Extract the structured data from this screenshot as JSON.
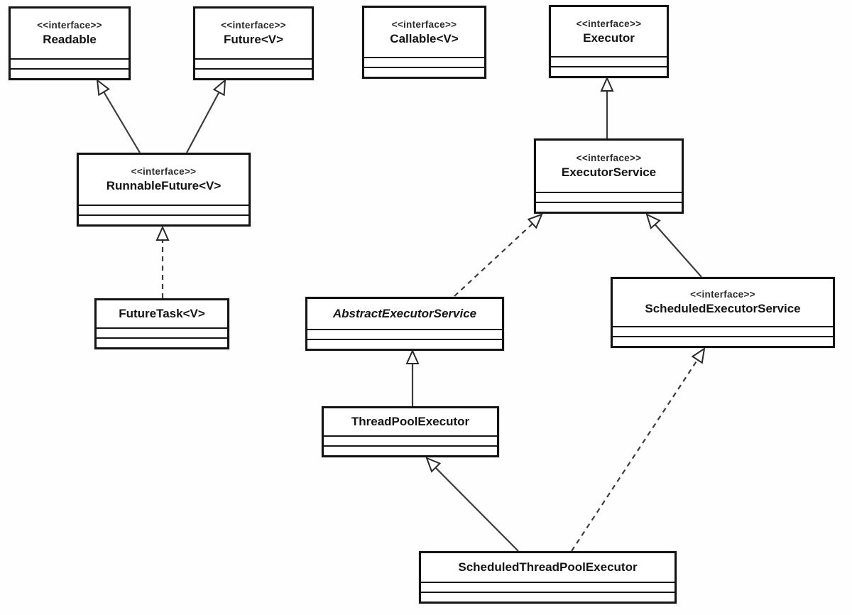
{
  "diagram": {
    "kind": "uml-class-diagram",
    "subject": "Java Executor / Future class hierarchy",
    "nodes": {
      "readable": {
        "stereotype": "<<interface>>",
        "name": "Readable"
      },
      "future": {
        "stereotype": "<<interface>>",
        "name": "Future<V>"
      },
      "callable": {
        "stereotype": "<<interface>>",
        "name": "Callable<V>"
      },
      "executor": {
        "stereotype": "<<interface>>",
        "name": "Executor"
      },
      "runnable_future": {
        "stereotype": "<<interface>>",
        "name": "RunnableFuture<V>"
      },
      "future_task": {
        "name": "FutureTask<V>"
      },
      "executor_service": {
        "stereotype": "<<interface>>",
        "name": "ExecutorService"
      },
      "abstract_executor_service": {
        "name": "AbstractExecutorService",
        "abstract": true
      },
      "scheduled_executor_service": {
        "stereotype": "<<interface>>",
        "name": "ScheduledExecutorService"
      },
      "thread_pool_executor": {
        "name": "ThreadPoolExecutor"
      },
      "scheduled_thread_pool_executor": {
        "name": "ScheduledThreadPoolExecutor"
      }
    },
    "edges": [
      {
        "from": "RunnableFuture<V>",
        "to": "Readable",
        "relation": "generalization",
        "line": "solid"
      },
      {
        "from": "RunnableFuture<V>",
        "to": "Future<V>",
        "relation": "generalization",
        "line": "solid"
      },
      {
        "from": "FutureTask<V>",
        "to": "RunnableFuture<V>",
        "relation": "realization",
        "line": "dashed"
      },
      {
        "from": "ExecutorService",
        "to": "Executor",
        "relation": "generalization",
        "line": "solid"
      },
      {
        "from": "AbstractExecutorService",
        "to": "ExecutorService",
        "relation": "realization",
        "line": "dashed"
      },
      {
        "from": "ScheduledExecutorService",
        "to": "ExecutorService",
        "relation": "generalization",
        "line": "solid"
      },
      {
        "from": "ThreadPoolExecutor",
        "to": "AbstractExecutorService",
        "relation": "generalization",
        "line": "solid"
      },
      {
        "from": "ScheduledThreadPoolExecutor",
        "to": "ThreadPoolExecutor",
        "relation": "generalization",
        "line": "solid"
      },
      {
        "from": "ScheduledThreadPoolExecutor",
        "to": "ScheduledExecutorService",
        "relation": "realization",
        "line": "dashed"
      }
    ]
  }
}
